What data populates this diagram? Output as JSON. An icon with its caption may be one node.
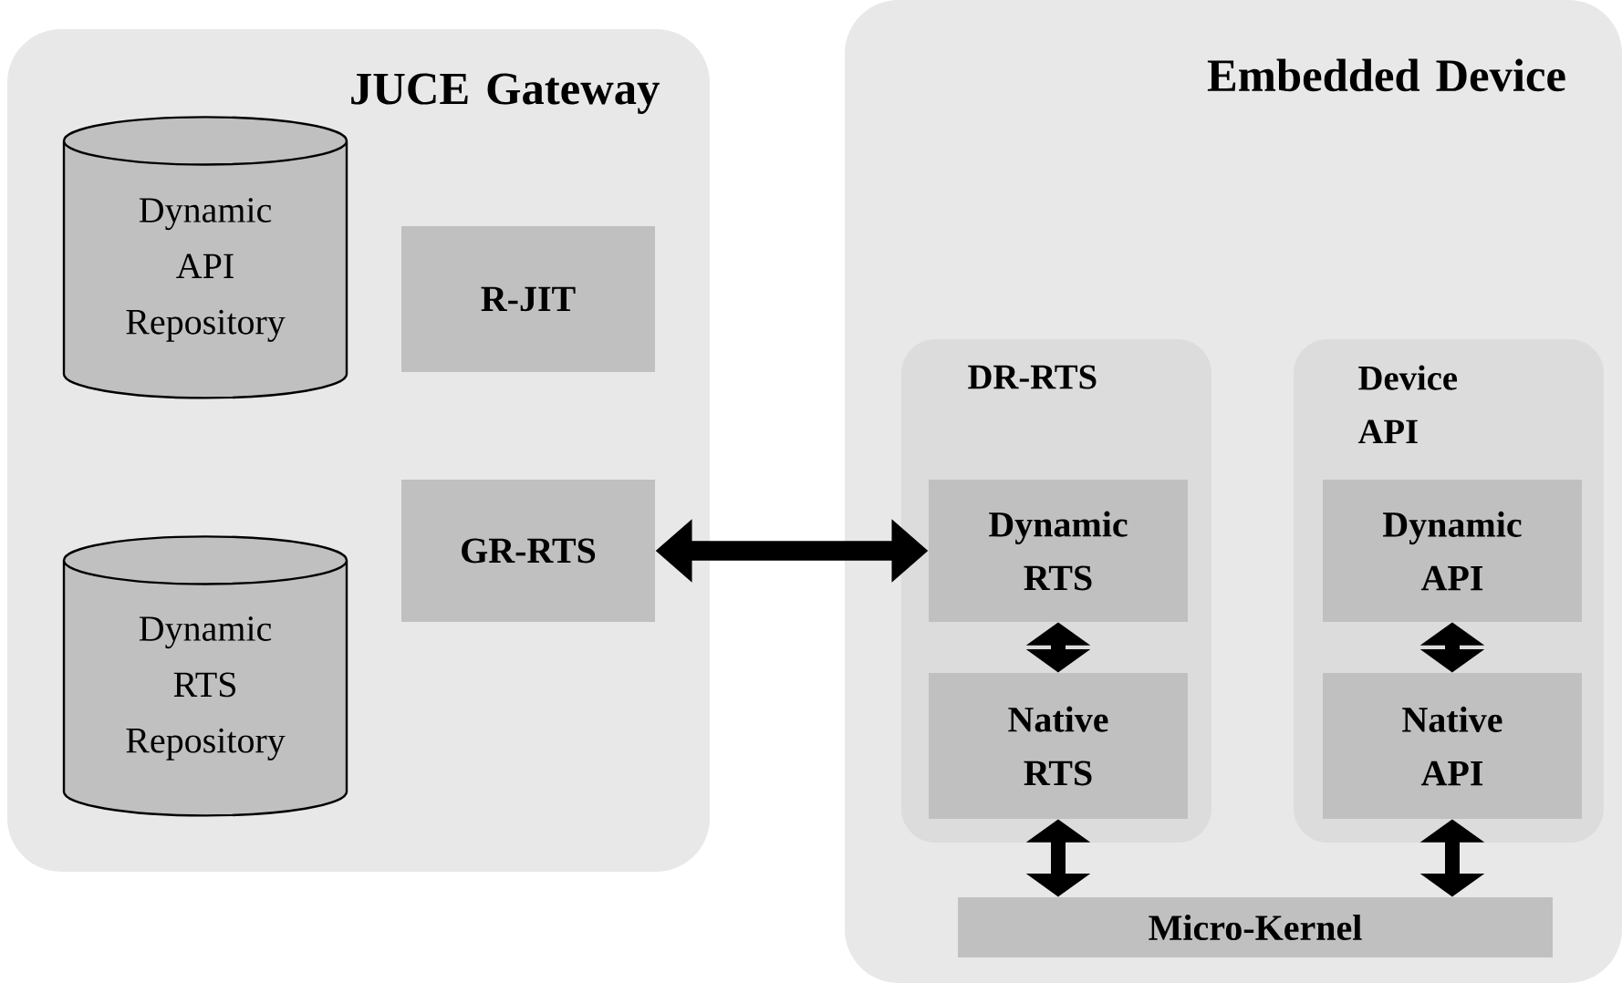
{
  "diagram": {
    "nodes": [
      {
        "text": [
          "JUCE Gateway"
        ]
      },
      {
        "text": [
          "Dynamic API Repository"
        ],
        "in": 0
      },
      {
        "text": [
          "R-JIT"
        ],
        "in": 0
      },
      {
        "text": [
          "GR-RTS"
        ],
        "in": 0
      },
      {
        "text": [
          "Dynamic RTS Repository"
        ],
        "in": 0
      },
      {
        "text": [
          "Embedded Device"
        ]
      },
      {
        "text": [
          "DR-RTS"
        ],
        "in": 5
      },
      {
        "text": [
          "Device API"
        ],
        "in": 5
      },
      {
        "text": [
          "Dynamic RTS"
        ],
        "in": 6
      },
      {
        "text": [
          "Native RTS"
        ],
        "in": 6
      },
      {
        "text": [
          "Dynamic API"
        ],
        "in": 7
      },
      {
        "text": [
          "Native API"
        ],
        "in": 7
      },
      {
        "text": [
          "Micro-Kernel"
        ],
        "in": 5
      }
    ],
    "edges": [
      {
        "from": 3,
        "to": 8,
        "arrow": "both"
      },
      {
        "from": 8,
        "to": 9,
        "arrow": "both"
      },
      {
        "from": 10,
        "to": 11,
        "arrow": "both"
      },
      {
        "from": 9,
        "to": 12,
        "arrow": "both"
      },
      {
        "from": 11,
        "to": 12,
        "arrow": "both"
      }
    ]
  }
}
